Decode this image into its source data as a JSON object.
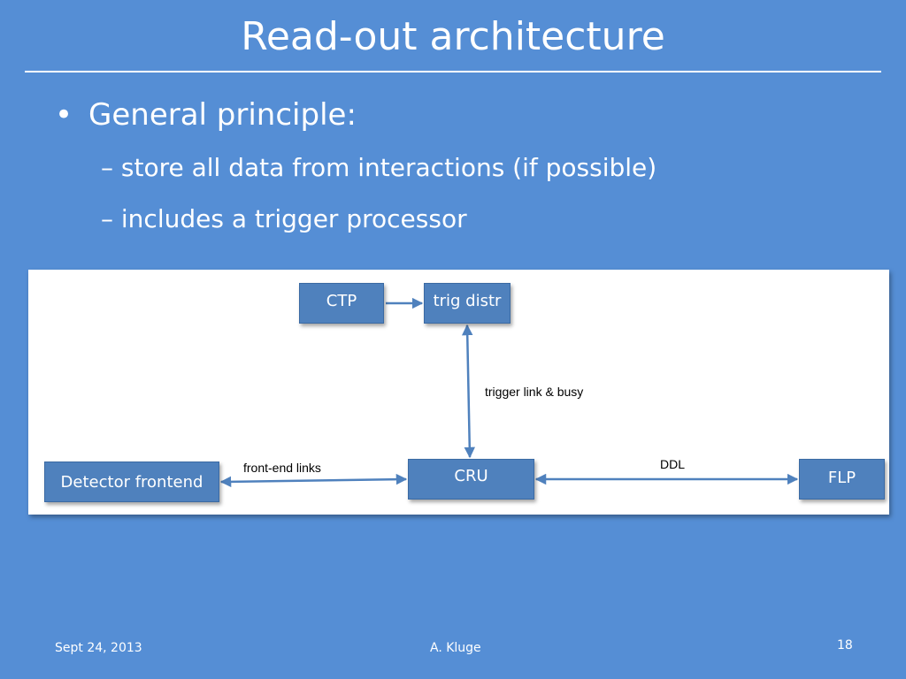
{
  "slide": {
    "title": "Read-out architecture",
    "bullet": "General principle:",
    "bullet_marker": "•",
    "subbullets": [
      "– store all data from interactions (if possible)",
      "– includes a trigger processor"
    ]
  },
  "diagram": {
    "boxes": {
      "ctp": "CTP",
      "trig_distr": "trig distr",
      "detector_frontend": "Detector frontend",
      "cru": "CRU",
      "flp": "FLP"
    },
    "labels": {
      "trigger_link": "trigger link & busy",
      "front_end_links": "front-end links",
      "ddl": "DDL"
    },
    "colors": {
      "box_fill": "#4f81bd",
      "arrow": "#4f81bd",
      "background": "#558ed5"
    }
  },
  "footer": {
    "date": "Sept 24, 2013",
    "author": "A. Kluge",
    "page": "18"
  }
}
